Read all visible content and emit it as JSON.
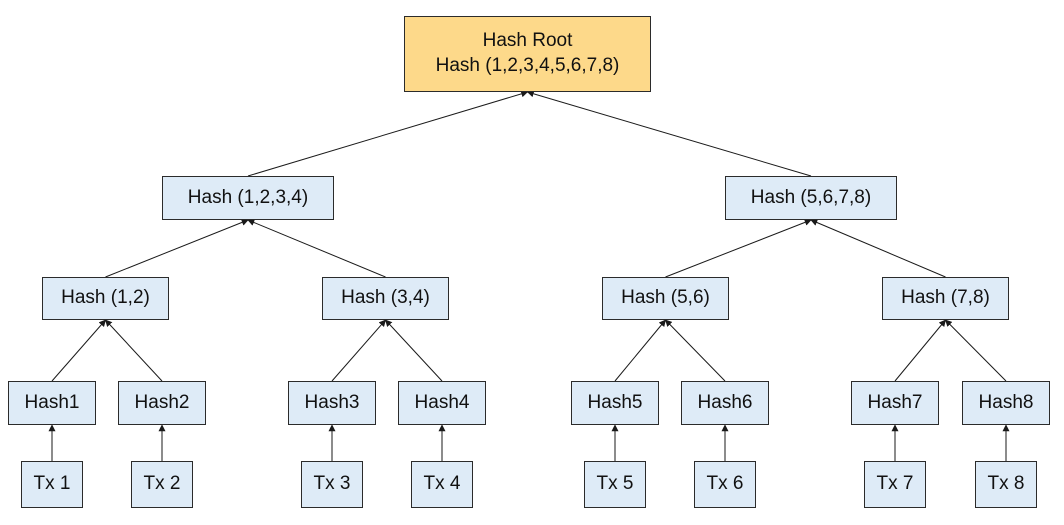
{
  "colors": {
    "hash_fill": "#deebf7",
    "hash_border": "#2b2b2b",
    "root_fill": "#fdd98a",
    "edge": "#1a1a1a"
  },
  "root": {
    "line1": "Hash Root",
    "line2": "Hash (1,2,3,4,5,6,7,8)"
  },
  "level1": [
    "Hash (1,2,3,4)",
    "Hash (5,6,7,8)"
  ],
  "level2": [
    "Hash (1,2)",
    "Hash (3,4)",
    "Hash (5,6)",
    "Hash (7,8)"
  ],
  "level3": [
    "Hash1",
    "Hash2",
    "Hash3",
    "Hash4",
    "Hash5",
    "Hash6",
    "Hash7",
    "Hash8"
  ],
  "transactions": [
    "Tx 1",
    "Tx 2",
    "Tx 3",
    "Tx 4",
    "Tx 5",
    "Tx 6",
    "Tx 7",
    "Tx 8"
  ]
}
